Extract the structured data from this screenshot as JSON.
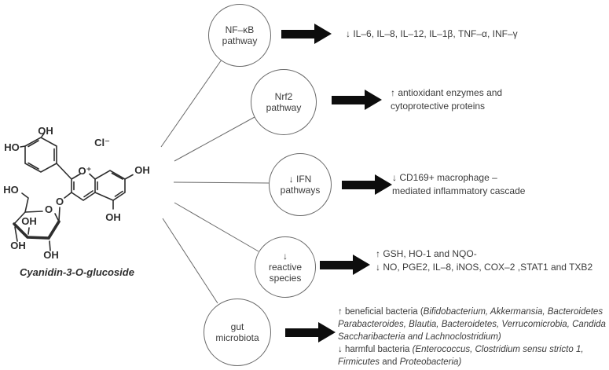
{
  "figure": {
    "molecule": {
      "name": "Cyanidin-3-O-glucoside",
      "counter_ion": "Cl⁻",
      "labels": {
        "oh_b_top": "OH",
        "ho_b_left": "HO",
        "o_pyrylium": "O⁺",
        "oh_a_right": "OH",
        "oh_a_bottom": "OH",
        "ho_glucose_ch2": "HO",
        "o_glycosidic": "O",
        "o_glucose_ring": "O",
        "oh_glucose_axial": "OH",
        "oh_glucose_left": "OH",
        "oh_glucose_bottom": "OH"
      }
    },
    "rows": [
      {
        "node": "NF–κB\npathway",
        "effect": "↓ IL–6, IL–8, IL–12, IL–1β, TNF–α, INF–γ"
      },
      {
        "node": "Nrf2\npathway",
        "effect": "↑ antioxidant enzymes and\ncytoprotective proteins"
      },
      {
        "node": "↓ IFN\npathways",
        "effect": "↓ CD169+ macrophage –\nmediated inflammatory cascade"
      },
      {
        "node": "↓\nreactive\nspecies",
        "effect": "↑ GSH, HO-1 and NQO-\n↓ NO, PGE2, IL–8, iNOS, COX–2 ,STAT1 and TXB2"
      },
      {
        "node": "gut\nmicrobiota",
        "effect_lines": [
          {
            "pre": "↑ beneficial bacteria (",
            "it": "Bifidobacterium, Akkermansia, Bacteroidetes"
          },
          {
            "it": "Parabacteroides, Blautia, Bacteroidetes, Verrucomicrobia, Candida"
          },
          {
            "it": "Saccharibacteria and Lachnoclostridium)"
          },
          {
            "pre": "↓ harmful bacteria ",
            "it": "(Enterococcus, Clostridium sensu stricto 1,"
          },
          {
            "it": "Firmicutes",
            "mid": " and ",
            "it2": "Proteobacteria)"
          }
        ]
      }
    ],
    "colors": {
      "text": "#3b3b3b",
      "outline": "#6a6a6a",
      "arrow": "#0d0d0d",
      "molecule": "#2d2d2d"
    }
  }
}
